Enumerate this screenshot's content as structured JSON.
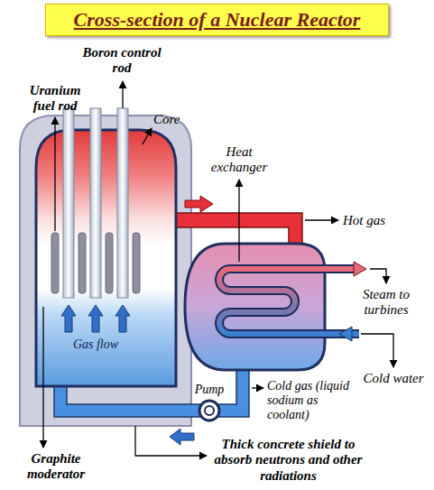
{
  "diagram": {
    "title": "Cross-section of a Nuclear Reactor",
    "labels": [
      "Boron control rod",
      "Uranium fuel rod",
      "Core",
      "Heat exchanger",
      "Hot gas",
      "Steam to turbines",
      "Cold water",
      "Gas flow",
      "Pump",
      "Cold gas (liquid sodium as coolant)",
      "Thick concrete shield to absorb neutrons and other radiations",
      "Graphite moderator"
    ]
  }
}
